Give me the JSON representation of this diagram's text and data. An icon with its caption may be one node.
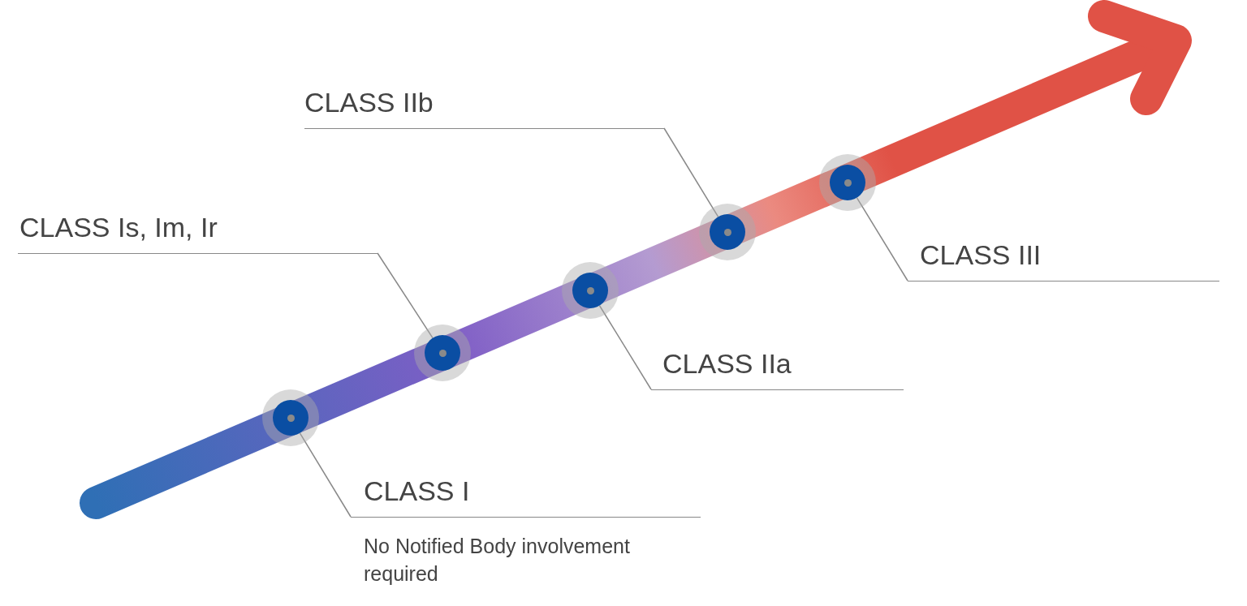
{
  "diagram": {
    "nodes": [
      {
        "text": [
          "CLASS IIb"
        ]
      },
      {
        "text": [
          "CLASS Is, Im, Ir"
        ]
      },
      {
        "text": [
          "CLASS III"
        ]
      },
      {
        "text": [
          "CLASS IIa"
        ]
      },
      {
        "text": [
          "CLASS I",
          "No Notified Body involvement required"
        ]
      },
      {
        "text": [],
        "shape": "circle"
      },
      {
        "text": [],
        "shape": "circle"
      },
      {
        "text": [],
        "shape": "circle"
      },
      {
        "text": [],
        "shape": "circle"
      },
      {
        "text": [],
        "shape": "circle"
      }
    ],
    "edges": [
      {
        "from": 4,
        "to": 5,
        "arrow": "none"
      },
      {
        "from": 1,
        "to": 6,
        "arrow": "none"
      },
      {
        "from": 3,
        "to": 7,
        "arrow": "none"
      },
      {
        "from": 0,
        "to": 8,
        "arrow": "none"
      },
      {
        "from": 2,
        "to": 9,
        "arrow": "none"
      }
    ]
  }
}
